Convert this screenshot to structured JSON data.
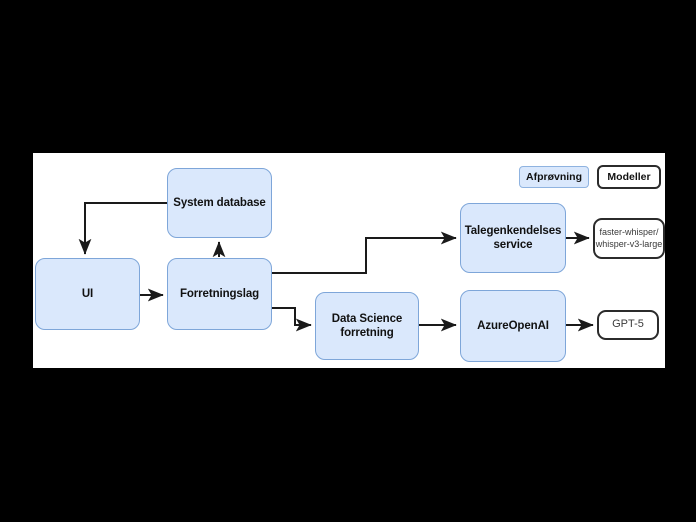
{
  "canvas": {
    "background_color": "#ffffff",
    "outer_background_color": "#000000"
  },
  "palette": {
    "process_fill": "#dae8fc",
    "process_border": "#7ea6d9",
    "model_fill": "#ffffff",
    "model_border": "#2b2b2b",
    "connector": "#1a1a1a",
    "text": "#111111"
  },
  "legend": {
    "test_label": "Afprøvning",
    "models_label": "Modeller"
  },
  "nodes": {
    "system_database": "System database",
    "ui": "UI",
    "business_layer": "Forretningslag",
    "data_science": "Data Science\nforretning",
    "data_science_line1": "Data Science",
    "data_science_line2": "forretning",
    "speech_service": "Talegenkendelses\nservice",
    "speech_service_line1": "Talegenkendelses",
    "speech_service_line2": "service",
    "azure_openai": "AzureOpenAI",
    "whisper_model_line1": "faster-whisper/",
    "whisper_model_line2": "whisper-v3-large",
    "gpt_model": "GPT-5"
  },
  "connections": [
    {
      "from": "system-database",
      "to": "ui",
      "label": ""
    },
    {
      "from": "ui",
      "to": "forretningslag",
      "label": ""
    },
    {
      "from": "forretningslag",
      "to": "system-database",
      "label": ""
    },
    {
      "from": "forretningslag",
      "to": "talegenkendelses-service",
      "label": ""
    },
    {
      "from": "forretningslag",
      "to": "data-science-forretning",
      "label": ""
    },
    {
      "from": "data-science-forretning",
      "to": "azureopenai",
      "label": ""
    },
    {
      "from": "talegenkendelses-service",
      "to": "faster-whisper-model",
      "label": ""
    },
    {
      "from": "azureopenai",
      "to": "gpt5-model",
      "label": ""
    }
  ]
}
